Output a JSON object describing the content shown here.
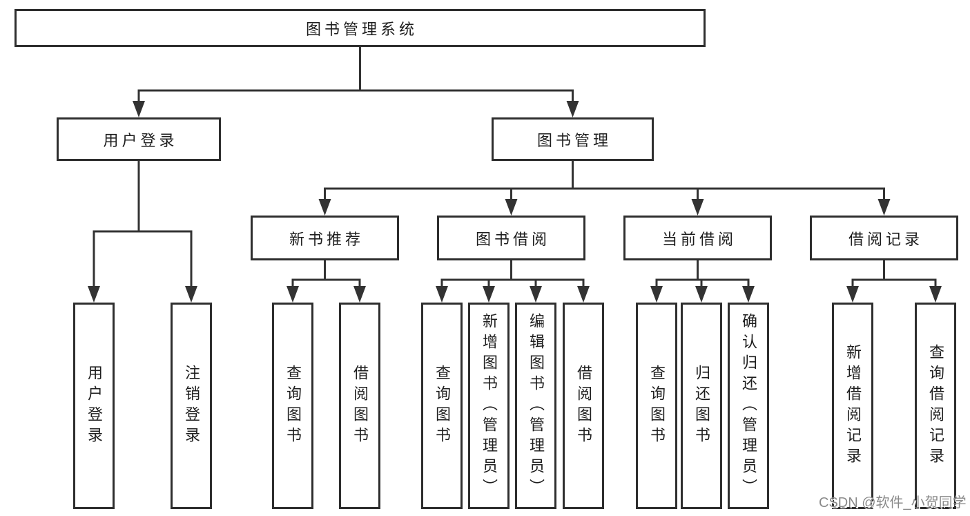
{
  "tree": {
    "root": {
      "label": "图书管理系统",
      "children": [
        {
          "label": "用户登录",
          "children": [
            {
              "label": "用户登录"
            },
            {
              "label": "注销登录"
            }
          ]
        },
        {
          "label": "图书管理",
          "children": [
            {
              "label": "新书推荐",
              "children": [
                {
                  "label": "查询图书"
                },
                {
                  "label": "借阅图书"
                }
              ]
            },
            {
              "label": "图书借阅",
              "children": [
                {
                  "label": "查询图书"
                },
                {
                  "label": "新增图书（管理员）"
                },
                {
                  "label": "编辑图书（管理员）"
                },
                {
                  "label": "借阅图书"
                }
              ]
            },
            {
              "label": "当前借阅",
              "children": [
                {
                  "label": "查询图书"
                },
                {
                  "label": "归还图书"
                },
                {
                  "label": "确认归还（管理员）"
                }
              ]
            },
            {
              "label": "借阅记录",
              "children": [
                {
                  "label": "新增借阅记录"
                },
                {
                  "label": "查询借阅记录"
                }
              ]
            }
          ]
        }
      ]
    }
  },
  "watermark": {
    "text": "CSDN @软件_小贺同学"
  },
  "colors": {
    "line": "#333333",
    "box_border": "#2e2e2e",
    "text": "#1e1e1e",
    "background": "#ffffff",
    "watermark": "#8a8a8a"
  }
}
